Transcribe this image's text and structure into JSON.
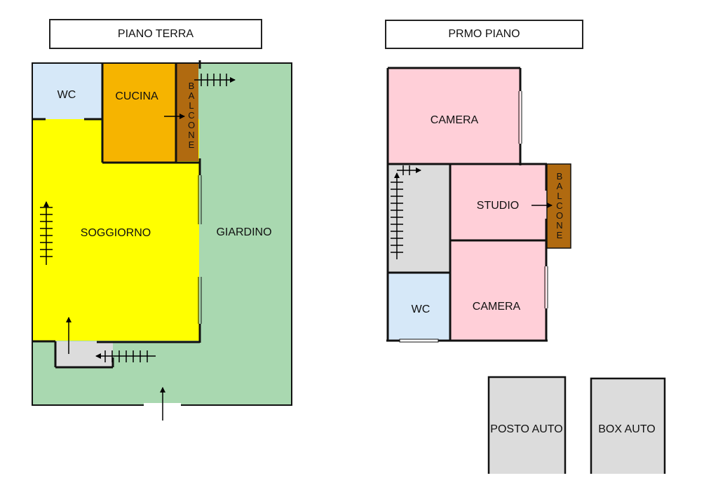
{
  "titles": {
    "ground": "PIANO TERRA",
    "first": "PRMO PIANO"
  },
  "ground_floor": {
    "wc": "WC",
    "cucina": "CUCINA",
    "balcone": [
      "B",
      "A",
      "L",
      "C",
      "O",
      "N",
      "E"
    ],
    "soggiorno": "SOGGIORNO",
    "giardino": "GIARDINO"
  },
  "first_floor": {
    "camera_top": "CAMERA",
    "studio": "STUDIO",
    "balcone": [
      "B",
      "A",
      "L",
      "C",
      "O",
      "N",
      "E"
    ],
    "wc": "WC",
    "camera_bottom": "CAMERA"
  },
  "parking": {
    "posto_auto": "POSTO AUTO",
    "box_auto": "BOX AUTO"
  },
  "colors": {
    "garden": "#a9d8b0",
    "wc": "#d6e8f8",
    "kitchen": "#f6b400",
    "balcony": "#b06a10",
    "living": "#ffff00",
    "bedroom": "#ffcfd8",
    "stair": "#dcdcdc",
    "parking": "#dcdcdc"
  }
}
